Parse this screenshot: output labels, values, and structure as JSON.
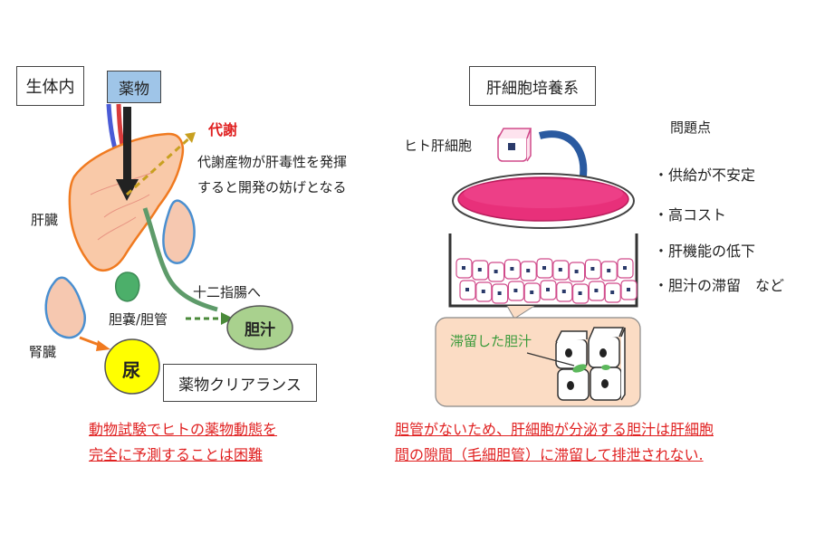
{
  "left": {
    "in_vivo_label": "生体内",
    "drug_label": "薬物",
    "metabolism_label": "代謝",
    "metabolite_note_line1": "代謝産物が肝毒性を発揮",
    "metabolite_note_line2": "すると開発の妨げとなる",
    "liver_label": "肝臓",
    "duodenum_label": "十二指腸へ",
    "gallbladder_label": "胆嚢/胆管",
    "bile_label": "胆汁",
    "kidney_label": "腎臓",
    "urine_label": "尿",
    "clearance_label": "薬物クリアランス",
    "conclusion_line1": "動物試験でヒトの薬物動態を",
    "conclusion_line2": "完全に予測することは困難"
  },
  "right": {
    "culture_label": "肝細胞培養系",
    "hepatocyte_label": "ヒト肝細胞",
    "problems_title": "問題点",
    "problems": [
      "・供給が不安定",
      "・高コスト",
      "・肝機能の低下",
      "・胆汁の滞留　など"
    ],
    "retained_bile_label": "滞留した胆汁",
    "conclusion_line1": "胆管がないため、肝細胞が分泌する胆汁は肝細胞",
    "conclusion_line2": "間の隙間（毛細胆管）に滞留して排泄されない."
  },
  "colors": {
    "drug_box": "#9fc5e8",
    "liver_fill": "#f9c9a8",
    "liver_stroke": "#f07a20",
    "metabolism_red": "#e02020",
    "bile_fill": "#a9d18e",
    "urine_fill": "#ffff00",
    "dish_pink": "#e8307a",
    "retained_bile_green": "#5cb85c"
  }
}
